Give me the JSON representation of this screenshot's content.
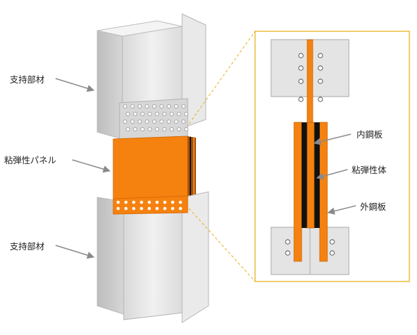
{
  "labels": {
    "support_top": "支持部材",
    "viscoelastic_panel": "粘弾性パネル",
    "support_bottom": "支持部材",
    "inner_steel_plate": "内鋼板",
    "viscoelastic_body": "粘弾性体",
    "outer_steel_plate": "外鋼板"
  },
  "colors": {
    "steel": "#e6e6e6",
    "steel_shade": "#c9c9c9",
    "panel_orange": "#f5820f",
    "panel_orange_dark": "#d96a06",
    "viscoelastic_black": "#111111",
    "callout_border": "#e8b020",
    "arrow_gray": "#8a8a8a"
  }
}
